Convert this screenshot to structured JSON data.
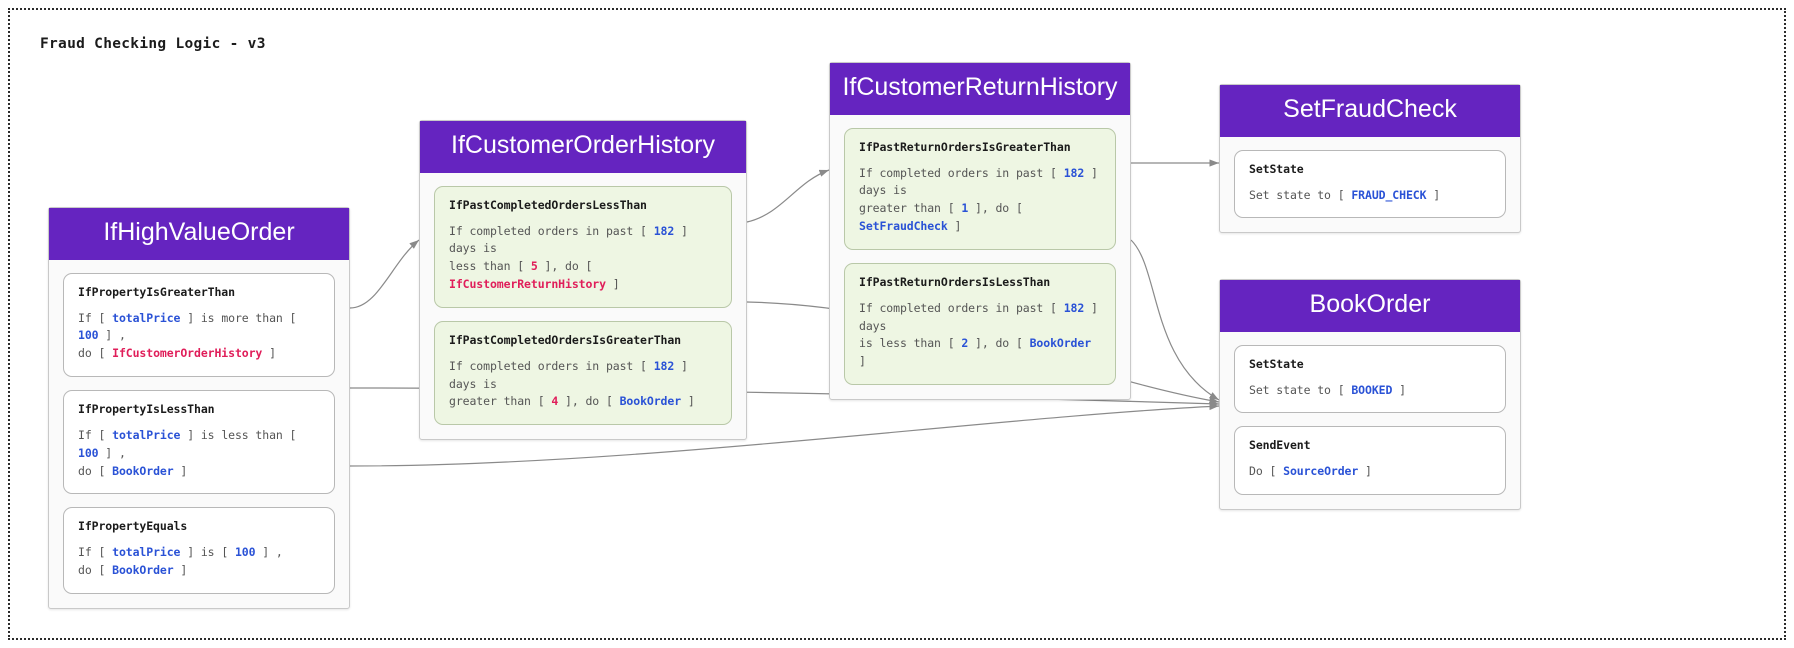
{
  "diagram": {
    "title": "Fraud Checking Logic - v3",
    "colors": {
      "header_purple": "#6524c0",
      "rule_card_green": "#eef6e3",
      "param_blue": "#2a52d6",
      "link_crimson": "#e01e5a",
      "canvas_border": "#2b2b2b"
    }
  },
  "groups": [
    {
      "id": "if-high-value-order",
      "title": "IfHighValueOrder",
      "card_style": "white",
      "rules": [
        {
          "title": "IfPropertyIsGreaterThan",
          "line1": {
            "pre": "If [ ",
            "param": "totalPrice",
            "mid": " ] is more than [ ",
            "value": "100",
            "post": " ] ,"
          },
          "line2": {
            "pre": "do [ ",
            "link": "IfCustomerOrderHistory",
            "link_kind": "rule",
            "post": " ]"
          }
        },
        {
          "title": "IfPropertyIsLessThan",
          "line1": {
            "pre": "If [ ",
            "param": "totalPrice",
            "mid": " ] is less than [ ",
            "value": "100",
            "post": " ] ,"
          },
          "line2": {
            "pre": "do [ ",
            "link": "BookOrder",
            "link_kind": "action",
            "post": " ]"
          }
        },
        {
          "title": "IfPropertyEquals",
          "line1": {
            "pre": "If [ ",
            "param": "totalPrice",
            "mid": " ] is [ ",
            "value": "100",
            "post": " ] ,"
          },
          "line2": {
            "pre": "do [ ",
            "link": "BookOrder",
            "link_kind": "action",
            "post": " ]"
          }
        }
      ]
    },
    {
      "id": "if-customer-order-history",
      "title": "IfCustomerOrderHistory",
      "card_style": "green",
      "rules": [
        {
          "title": "IfPastCompletedOrdersLessThan",
          "line1": {
            "pre": "If completed orders in past [ ",
            "value": "182",
            "post": " ] days is"
          },
          "line2": {
            "pre": "less than [ ",
            "value": "5",
            "value_kind": "alt",
            "mid": " ], do [ ",
            "link": "IfCustomerReturnHistory",
            "link_kind": "rule",
            "post": " ]"
          }
        },
        {
          "title": "IfPastCompletedOrdersIsGreaterThan",
          "line1": {
            "pre": "If completed orders in past [ ",
            "value": "182",
            "post": " ] days is"
          },
          "line2": {
            "pre": "greater than [ ",
            "value": "4",
            "value_kind": "alt",
            "mid": " ], do [ ",
            "link": "BookOrder",
            "link_kind": "action",
            "post": " ]"
          }
        }
      ]
    },
    {
      "id": "if-customer-return-history",
      "title": "IfCustomerReturnHistory",
      "card_style": "green",
      "rules": [
        {
          "title": "IfPastReturnOrdersIsGreaterThan",
          "line1": {
            "pre": "If completed orders in past [ ",
            "value": "182",
            "post": " ] days is"
          },
          "line2": {
            "pre": "greater than [ ",
            "value": "1",
            "mid": " ], do [ ",
            "link": "SetFraudCheck",
            "link_kind": "action",
            "post": " ]"
          }
        },
        {
          "title": "IfPastReturnOrdersIsLessThan",
          "line1": {
            "pre": "If completed orders in past [ ",
            "value": "182",
            "post": " ] days"
          },
          "line2": {
            "pre": "is less than [ ",
            "value": "2",
            "mid": " ], do [ ",
            "link": "BookOrder",
            "link_kind": "action",
            "post": " ]"
          }
        }
      ]
    },
    {
      "id": "set-fraud-check",
      "title": "SetFraudCheck",
      "card_style": "white",
      "rules": [
        {
          "title": "SetState",
          "line1": {
            "pre": "Set state to [ ",
            "value": "FRAUD_CHECK",
            "value_kind": "token",
            "post": " ]"
          }
        }
      ]
    },
    {
      "id": "book-order",
      "title": "BookOrder",
      "card_style": "white",
      "rules": [
        {
          "title": "SetState",
          "line1": {
            "pre": "Set state to [ ",
            "value": "BOOKED",
            "value_kind": "token",
            "post": " ]"
          }
        },
        {
          "title": "SendEvent",
          "line1": {
            "pre": "Do [ ",
            "value": "SourceOrder",
            "value_kind": "token",
            "post": " ]"
          }
        }
      ]
    }
  ]
}
